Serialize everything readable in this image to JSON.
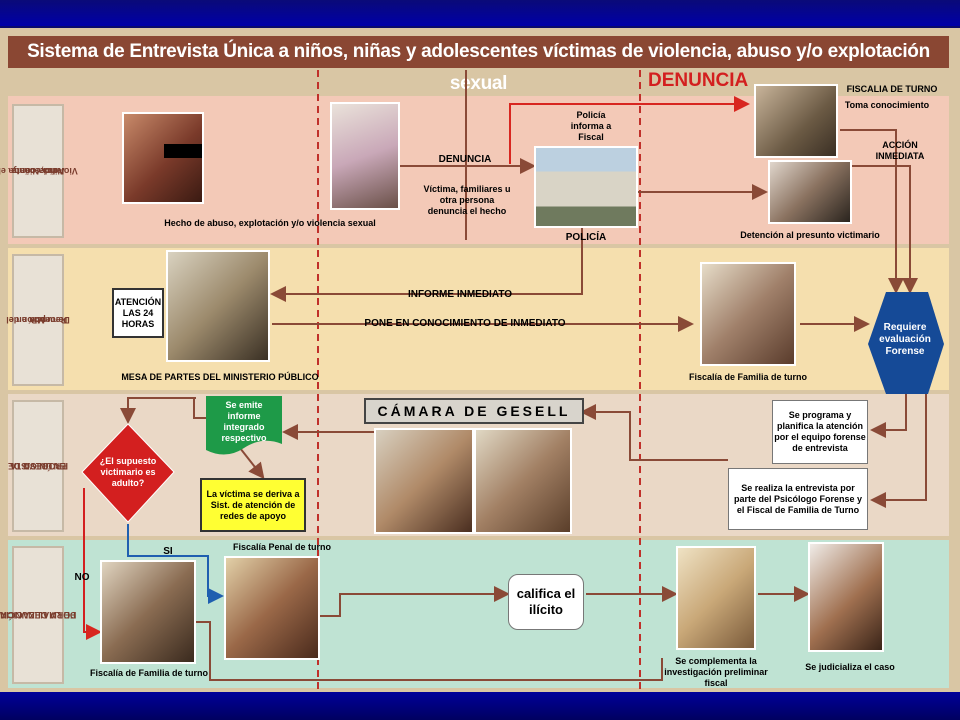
{
  "title": "Sistema de Entrevista Única a niños, niñas y adolescentes víctimas de violencia, abuso y/o explotación sexual",
  "denuncia_header": "DENUNCIA",
  "rows": [
    {
      "label_line1": "Violencia contra el",
      "label_line2": "Niño, Niña y",
      "label_line3": "Adolescente"
    },
    {
      "label_line1": "Recepción de",
      "label_line2": "Denuncia en el",
      "label_line3": "MP"
    },
    {
      "label_line1": "PROCESO DE",
      "label_line2": "ENTREVISTA",
      "label_line3": "ÚNICA"
    },
    {
      "label_line1": "FORMALIZACIÓN",
      "label_line2": "DE LA DENUNCIA",
      "label_line3": ""
    }
  ],
  "texts": {
    "hecho": "Hecho de abuso, explotación y/o violencia sexual",
    "denuncia_arrow": "DENUNCIA",
    "victima": "Víctima, familiares u otra persona denuncia el hecho",
    "policia_informa": "Policía informa a Fiscal",
    "policia": "POLICÍA",
    "fiscalia_turno": "FISCALIA DE TURNO",
    "toma_conocimiento": "Toma conocimiento",
    "accion_inmediata": "ACCIÓN INMEDIATA",
    "detencion": "Detención al presunto victimario",
    "atencion": "ATENCIÓN LAS 24 HORAS",
    "informe_inmediato": "INFORME INMEDIATO",
    "pone_conocimiento": "PONE EN CONOCIMIENTO DE INMEDIATO",
    "mesa_partes": "MESA DE PARTES DEL MINISTERIO PÚBLICO",
    "fiscalia_familia": "Fiscalía de Familia de turno",
    "requiere": "Requiere evaluación Forense",
    "camara": "CÁMARA DE GESELL",
    "emite_informe": "Se emite informe integrado respectivo",
    "supuesto": "¿El supuesto victimario es adulto?",
    "victima_deriva": "La víctima se deriva a Sist. de atención de redes de apoyo",
    "programa": "Se programa y planifica la atención por el equipo forense de entrevista",
    "realiza": "Se realiza la entrevista por parte del Psicólogo Forense y el Fiscal de Familia de Turno",
    "si": "SI",
    "no": "NO",
    "fiscalia_penal": "Fiscalía Penal de turno",
    "califica": "califica el ilícito",
    "complementa": "Se complementa la investigación preliminar fiscal",
    "judicializa": "Se judicializa el caso",
    "fiscalia_familia_bottom": "Fiscalía de Familia de turno"
  },
  "colors": {
    "row1": "#f3c9b7",
    "row2": "#f5dfae",
    "row3": "#ead8c6",
    "row4": "#bfe3d3",
    "arrow": "#8a4a37",
    "red_arrow": "#d8261f",
    "blue_arrow": "#1f5fb0",
    "hexagon": "#154a97",
    "diamond": "#d31f1f",
    "green": "#1e9a48",
    "yellow": "#ffff33"
  }
}
